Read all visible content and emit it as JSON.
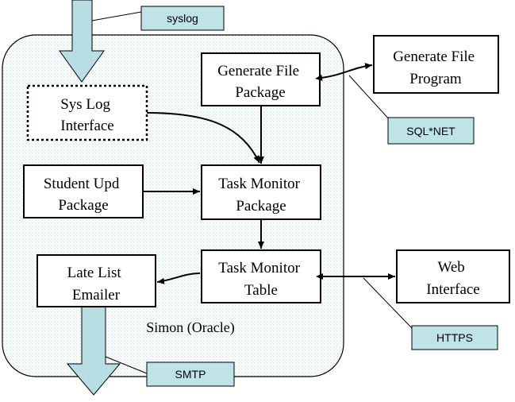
{
  "container": {
    "label": "Simon (Oracle)"
  },
  "boxes": {
    "syslog_interface": [
      "Sys Log",
      "Interface"
    ],
    "generate_file_package": [
      "Generate File",
      "Package"
    ],
    "generate_file_program": [
      "Generate File",
      "Program"
    ],
    "student_upd_package": [
      "Student Upd",
      "Package"
    ],
    "task_monitor_package": [
      "Task Monitor",
      "Package"
    ],
    "task_monitor_table": [
      "Task Monitor",
      "Table"
    ],
    "late_list_emailer": [
      "Late List",
      "Emailer"
    ],
    "web_interface": [
      "Web",
      "Interface"
    ]
  },
  "tags": {
    "syslog": "syslog",
    "sqlnet": "SQL*NET",
    "https": "HTTPS",
    "smtp": "SMTP"
  },
  "colors": {
    "tag_fill": "#bfe3e6",
    "flow_arrow_fill": "#b8dde2",
    "container_fill": "#eaf3f4",
    "line": "#000000"
  }
}
